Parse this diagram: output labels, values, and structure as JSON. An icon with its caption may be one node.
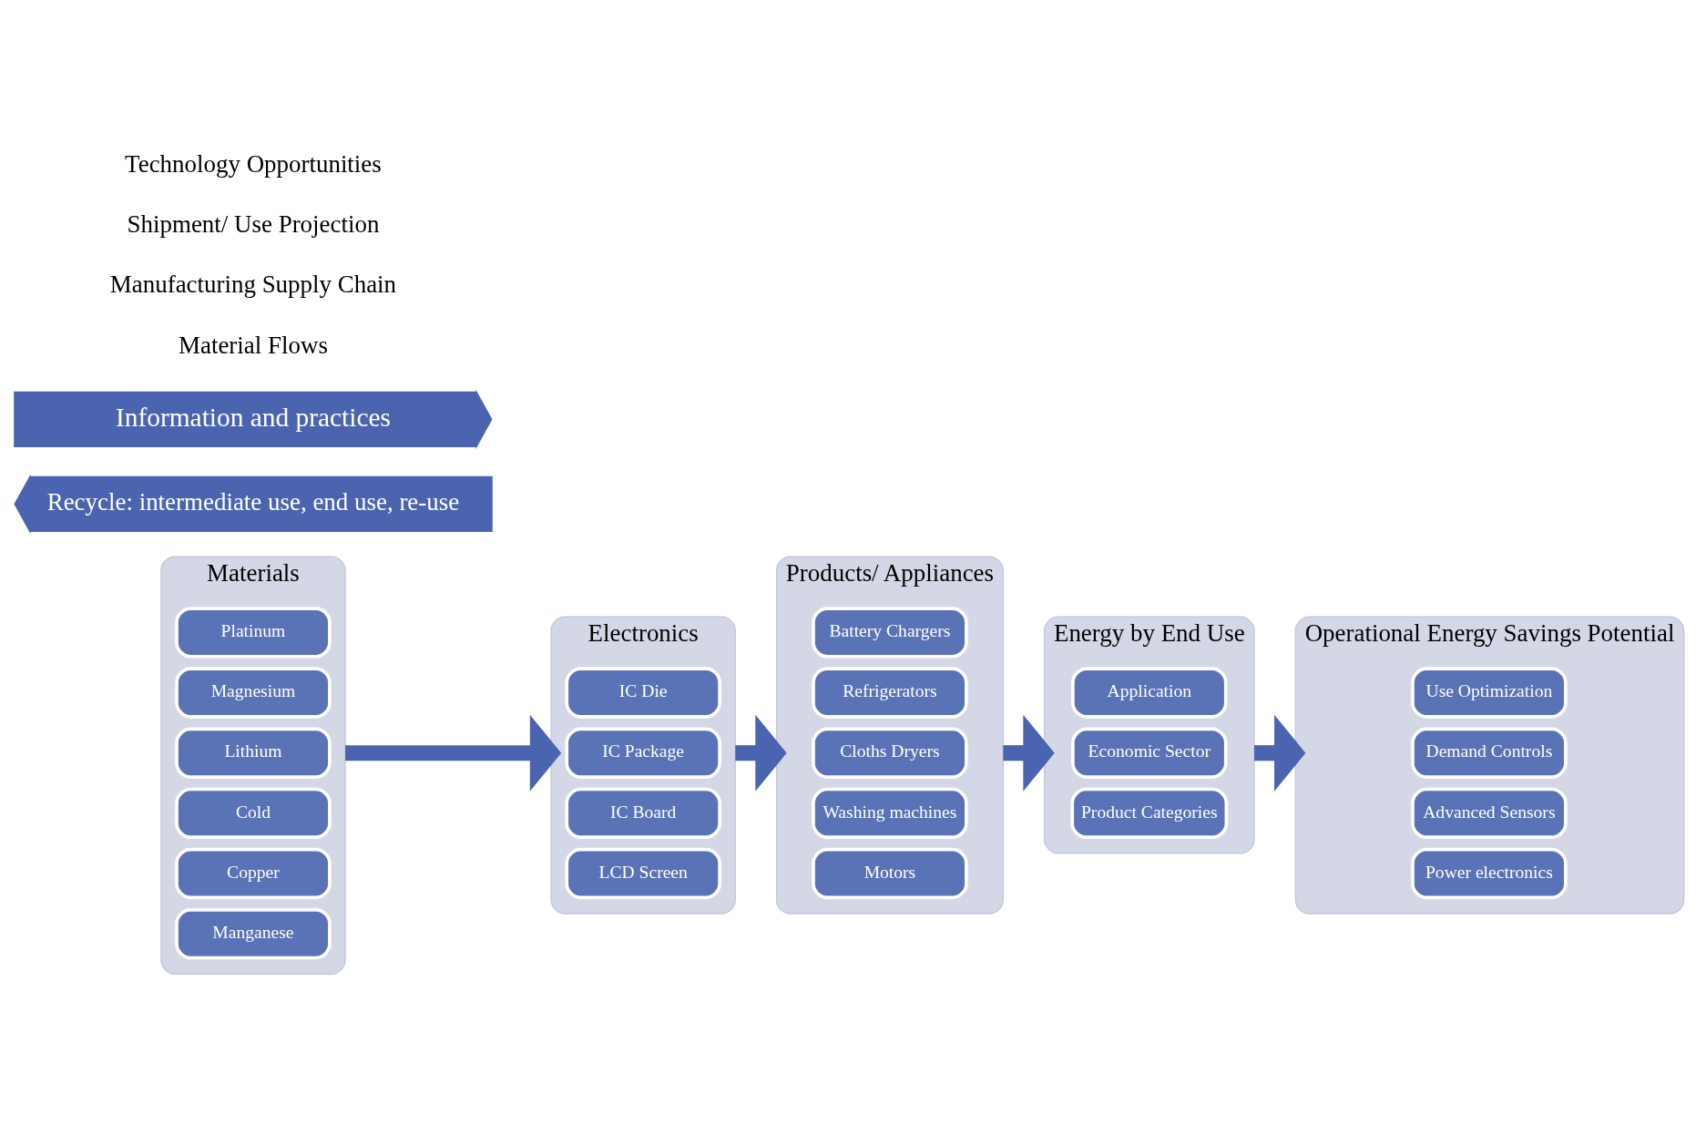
{
  "diagram": {
    "nodes": [
      {
        "text": [
          "Materials"
        ]
      },
      {
        "text": [
          "Manganese"
        ],
        "in": 0
      },
      {
        "text": [
          "Copper"
        ],
        "in": 0
      },
      {
        "text": [
          "Cold"
        ],
        "in": 0
      },
      {
        "text": [
          "Lithium"
        ],
        "in": 0
      },
      {
        "text": [
          "Magnesium"
        ],
        "in": 0
      },
      {
        "text": [
          "Platinum"
        ],
        "in": 0
      },
      {
        "text": [
          "Electronics"
        ]
      },
      {
        "text": [
          "LCD Screen"
        ],
        "in": 7
      },
      {
        "text": [
          "IC Board"
        ],
        "in": 7
      },
      {
        "text": [
          "IC Package"
        ],
        "in": 7
      },
      {
        "text": [
          "IC Die"
        ],
        "in": 7
      },
      {
        "text": [
          "Products/ Appliances"
        ]
      },
      {
        "text": [
          "Motors"
        ],
        "in": 12
      },
      {
        "text": [
          "Washing machines"
        ],
        "in": 12
      },
      {
        "text": [
          "Cloths Dryers"
        ],
        "in": 12
      },
      {
        "text": [
          "Refrigerators"
        ],
        "in": 12
      },
      {
        "text": [
          "Battery Chargers"
        ],
        "in": 12
      },
      {
        "text": [
          "Energy by End Use"
        ]
      },
      {
        "text": [
          "Product Categories"
        ],
        "in": 18
      },
      {
        "text": [
          "Economic Sector"
        ],
        "in": 18
      },
      {
        "text": [
          "Application"
        ],
        "in": 18
      },
      {
        "text": [
          "Operational Energy Savings Potential"
        ]
      },
      {
        "text": [
          "Power electronics"
        ],
        "in": 22
      },
      {
        "text": [
          "Advanced Sensors"
        ],
        "in": 22
      },
      {
        "text": [
          "Demand Controls"
        ],
        "in": 22
      },
      {
        "text": [
          "Use Optimization"
        ],
        "in": 22
      },
      {
        "text": [
          "Recycle: intermediate use, end use, re-use"
        ]
      },
      {
        "text": [
          "Information and practices"
        ]
      }
    ],
    "edges": [
      {
        "from": 0,
        "to": 7,
        "arrow": "to"
      },
      {
        "from": 7,
        "to": 12,
        "arrow": "to"
      },
      {
        "from": 12,
        "to": 18,
        "arrow": "to"
      },
      {
        "from": 18,
        "to": 22,
        "arrow": "to"
      }
    ],
    "labels": [
      "Material Flows",
      "Manufacturing Supply Chain",
      "Shipment/ Use Projection",
      "Technology Opportunities"
    ]
  }
}
